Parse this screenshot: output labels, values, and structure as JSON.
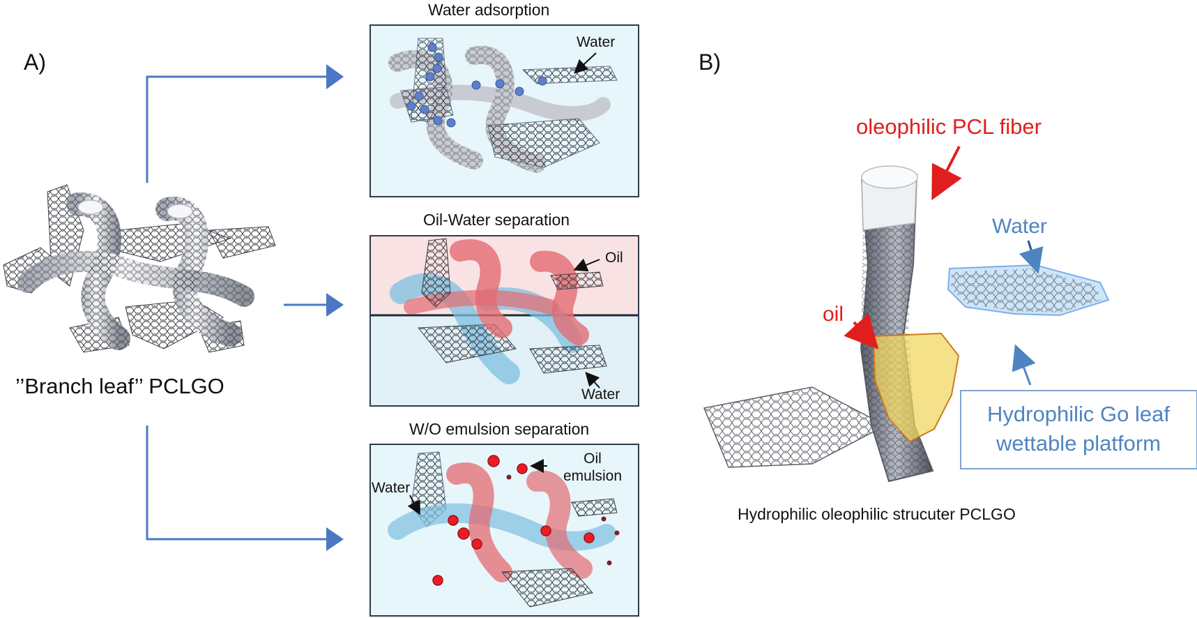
{
  "panel_a": {
    "letter": "A)",
    "source_label": "’’Branch leaf’’   PCLGO",
    "panels": [
      {
        "title": "Water adsorption",
        "callouts": [
          "Water"
        ]
      },
      {
        "title": "Oil-Water separation",
        "callouts": [
          "Oil",
          "Water"
        ]
      },
      {
        "title": "W/O emulsion  separation",
        "callouts": [
          "Water",
          "Oil",
          "emulsion"
        ]
      }
    ]
  },
  "panel_b": {
    "letter": "B)",
    "fiber_label": "oleophilic PCL fiber",
    "water_label": "Water",
    "oil_label": "oil",
    "leaf_label_line1": "Hydrophilic Go leaf",
    "leaf_label_line2": "wettable platform",
    "caption": "Hydrophilic oleophilic strucuter PCLGO"
  },
  "colors": {
    "arrow_blue": "#4a78c4",
    "panel_bg": "#e7f6fb",
    "water_blue": "#5ea6cf",
    "oil_red": "#e36b72",
    "fiber_gray": "#c8cbd2",
    "accent_red": "#e11d1d",
    "label_blue": "#4f84c2",
    "oil_yellow": "#f1d55b"
  }
}
